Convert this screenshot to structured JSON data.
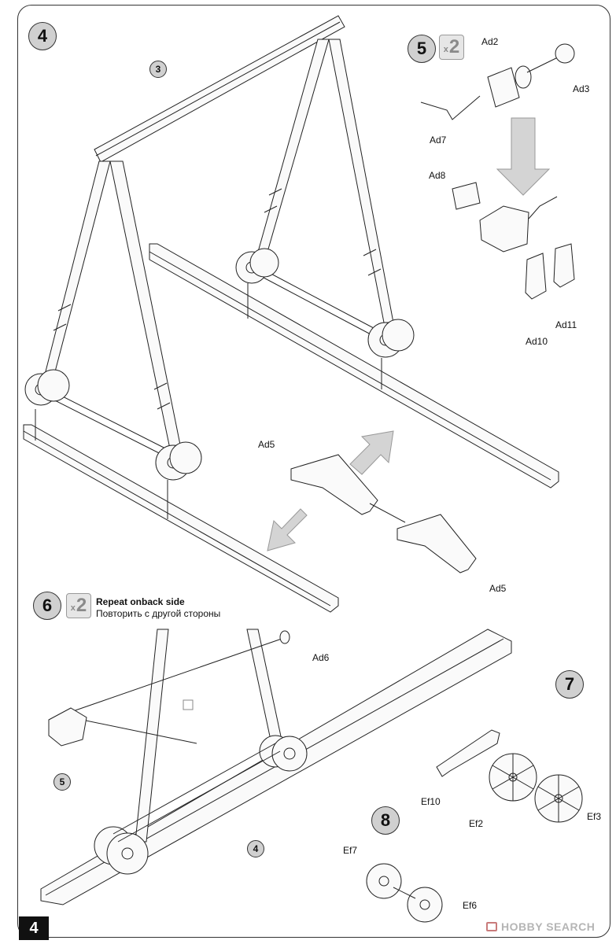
{
  "page": {
    "number": "4"
  },
  "steps": {
    "s4": {
      "number": "4"
    },
    "s5": {
      "number": "5",
      "multiplier_x": "x",
      "multiplier_n": "2"
    },
    "s6": {
      "number": "6",
      "multiplier_x": "x",
      "multiplier_n": "2",
      "instruction_en": "Repeat onback side",
      "instruction_ru": "Повторить с другой стороны"
    },
    "s7": {
      "number": "7"
    },
    "s8": {
      "number": "8"
    }
  },
  "refs": {
    "r3": "3",
    "r5": "5",
    "r4": "4"
  },
  "parts": {
    "ad2": "Ad2",
    "ad3": "Ad3",
    "ad7": "Ad7",
    "ad8": "Ad8",
    "ad10": "Ad10",
    "ad11": "Ad11",
    "ad5_top": "Ad5",
    "ad5_bottom": "Ad5",
    "ad6": "Ad6",
    "ef10": "Ef10",
    "ef2": "Ef2",
    "ef3": "Ef3",
    "ef7": "Ef7",
    "ef6": "Ef6"
  },
  "watermark": {
    "text": "HOBBY SEARCH"
  }
}
